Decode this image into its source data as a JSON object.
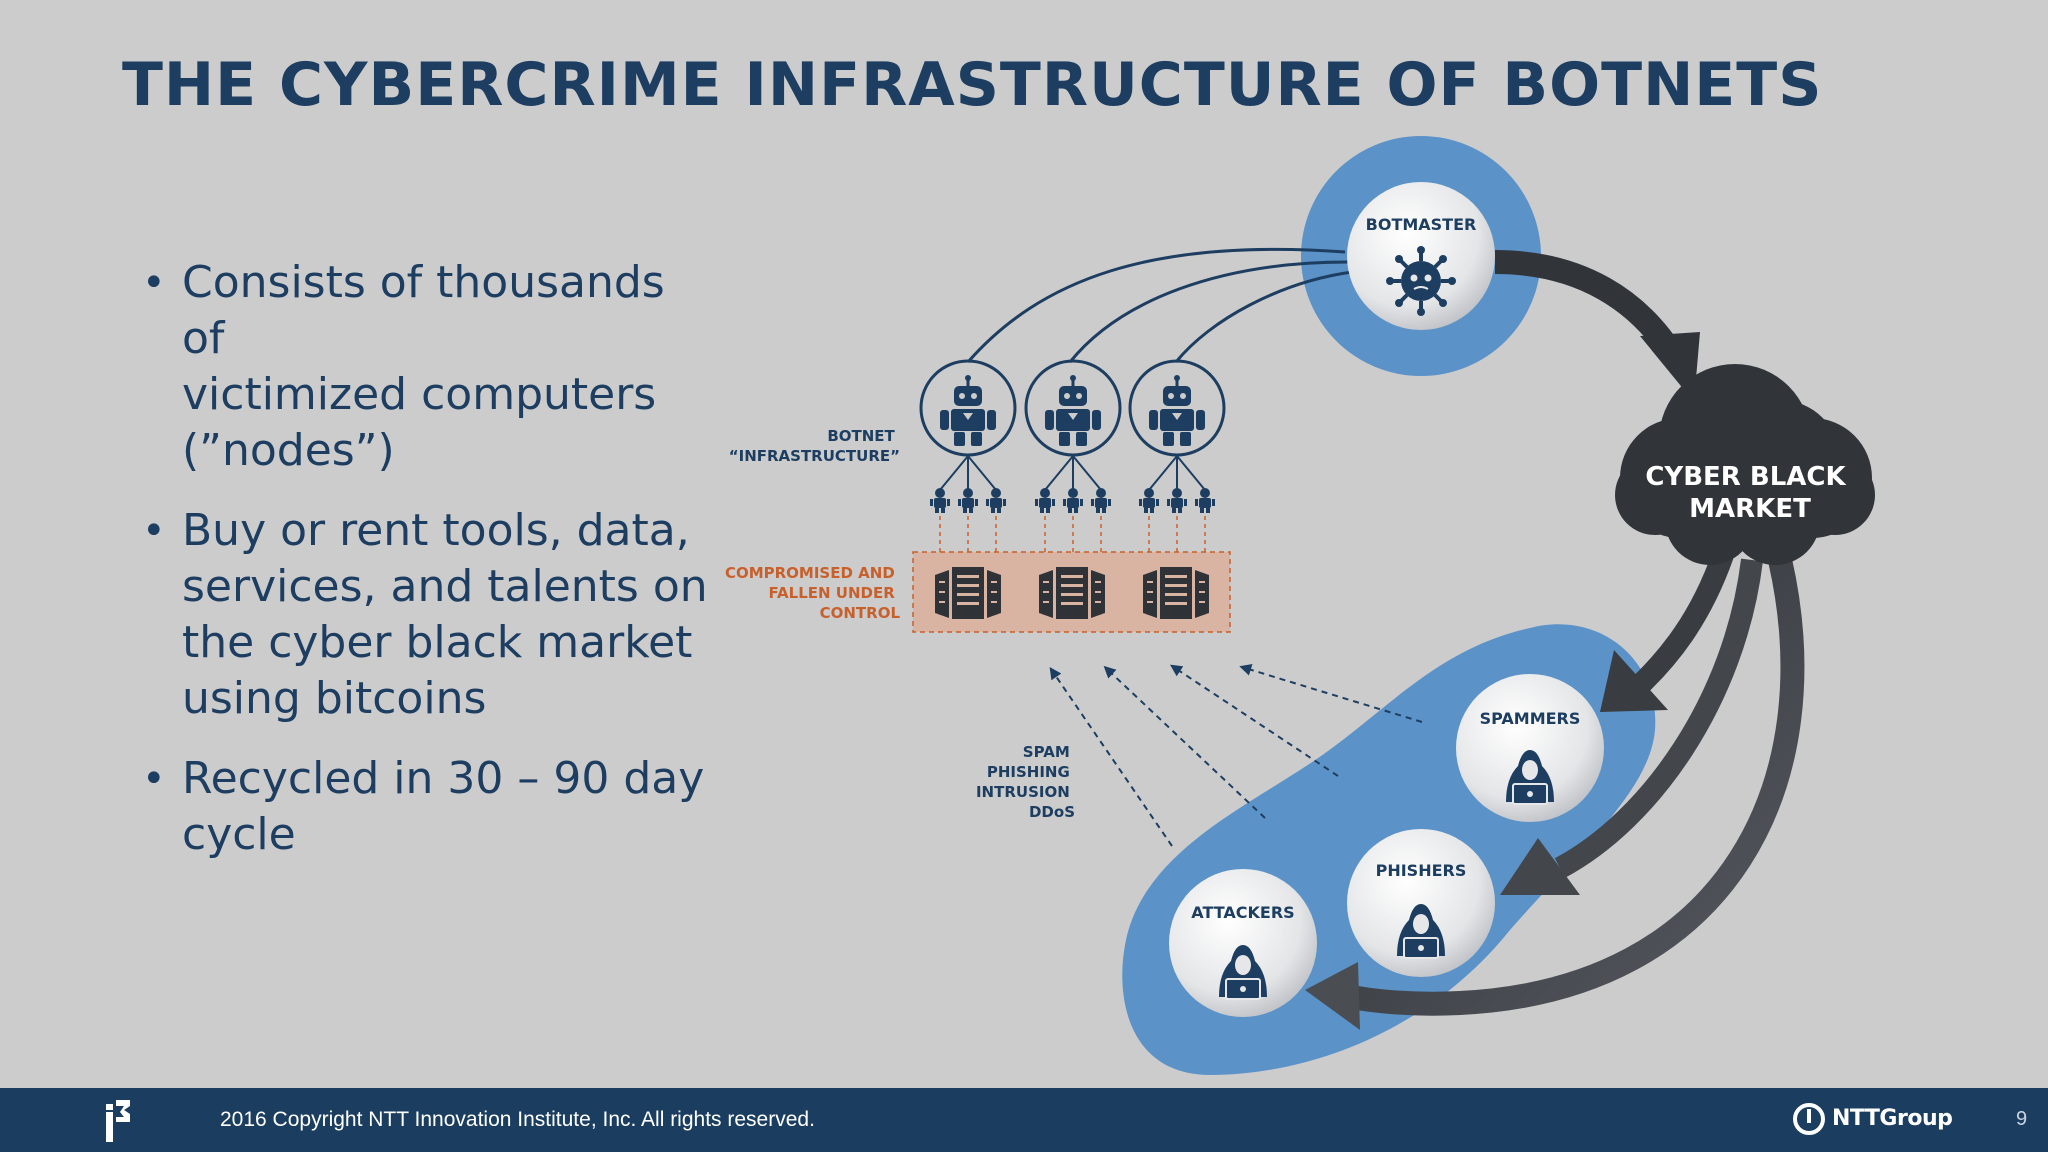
{
  "slide": {
    "title": "THE CYBERCRIME INFRASTRUCTURE OF BOTNETS",
    "bullets": [
      {
        "lines": [
          "Consists of thousands of",
          "victimized computers",
          "(”nodes”)"
        ]
      },
      {
        "lines": [
          "Buy or rent tools, data,",
          "services, and talents on",
          "the cyber black market",
          "using bitcoins"
        ]
      },
      {
        "lines": [
          "Recycled in 30 – 90 day",
          "cycle"
        ]
      }
    ]
  },
  "diagram": {
    "botmaster_label": "BOTMASTER",
    "black_market_label": [
      "CYBER BLACK",
      "MARKET"
    ],
    "infrastructure_label": [
      "BOTNET",
      "“INFRASTRUCTURE”"
    ],
    "compromised_label": [
      "COMPROMISED AND",
      "FALLEN UNDER",
      "CONTROL"
    ],
    "attack_types": [
      "SPAM",
      "PHISHING",
      "INTRUSION",
      "DDoS"
    ],
    "actors": [
      "SPAMMERS",
      "PHISHERS",
      "ATTACKERS"
    ],
    "colors": {
      "navy": "#1d3e61",
      "blue": "#5b93c9",
      "dark": "#2f3338",
      "orange": "#c8602c",
      "server_zone": "#d9b4a3"
    },
    "icons": [
      "virus-icon",
      "robot-icon",
      "server-icon",
      "hacker-icon",
      "cloud-icon"
    ]
  },
  "footer": {
    "copyright": "2016 Copyright NTT Innovation Institute, Inc. All rights reserved.",
    "brand": "NTTGroup",
    "page_number": "9"
  }
}
